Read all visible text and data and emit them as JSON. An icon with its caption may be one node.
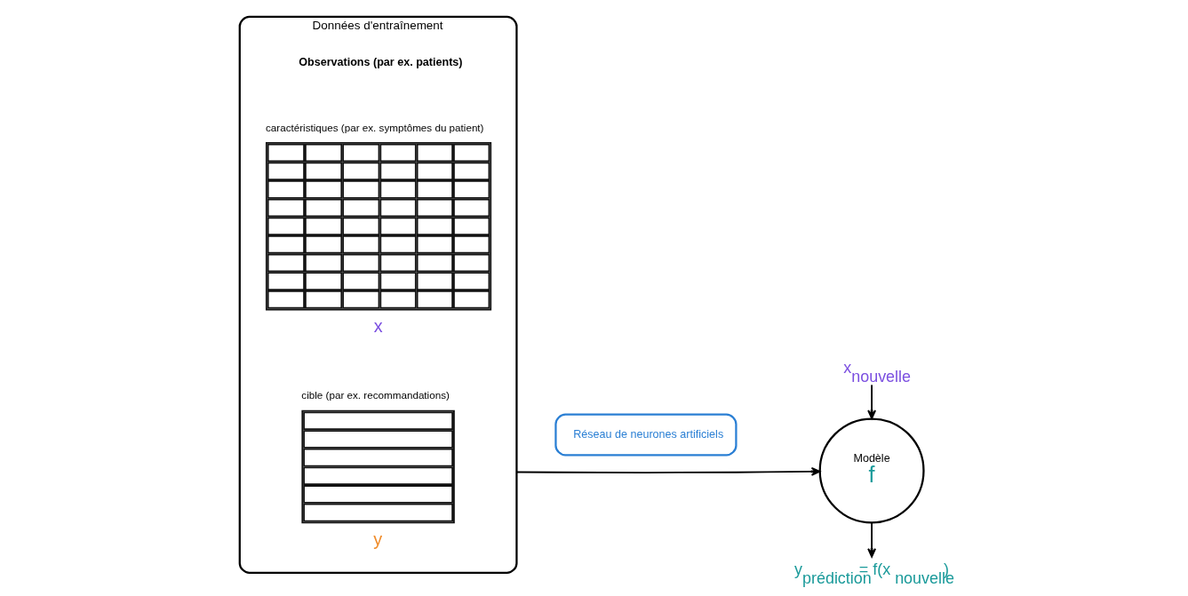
{
  "diagram": {
    "nodes": [
      {
        "text": [
          "Données d'entraînement",
          "Observations (par ex. patients)"
        ]
      },
      {
        "text": [],
        "shape": "grid",
        "in": 0,
        "beside": [
          "caractéristiques (par ex. symptômes du patient)",
          "x"
        ]
      },
      {
        "text": [],
        "shape": "column",
        "in": 0,
        "beside": [
          "cible (par ex. recommandations)",
          "y"
        ]
      },
      {
        "text": [
          "Réseau de neurones artificiels"
        ]
      },
      {
        "text": [
          "Modèle",
          "f"
        ]
      },
      {
        "text": [
          "x$_{nouvelle}$"
        ]
      },
      {
        "text": [
          "y$_{prédiction}$ = f(x$_{nouvelle}$)"
        ]
      }
    ],
    "edges": [
      {
        "from": 0,
        "to": 4,
        "arrow": "to"
      },
      {
        "from": 5,
        "to": 4,
        "arrow": "to"
      },
      {
        "from": 4,
        "to": 6,
        "arrow": "to"
      }
    ]
  }
}
